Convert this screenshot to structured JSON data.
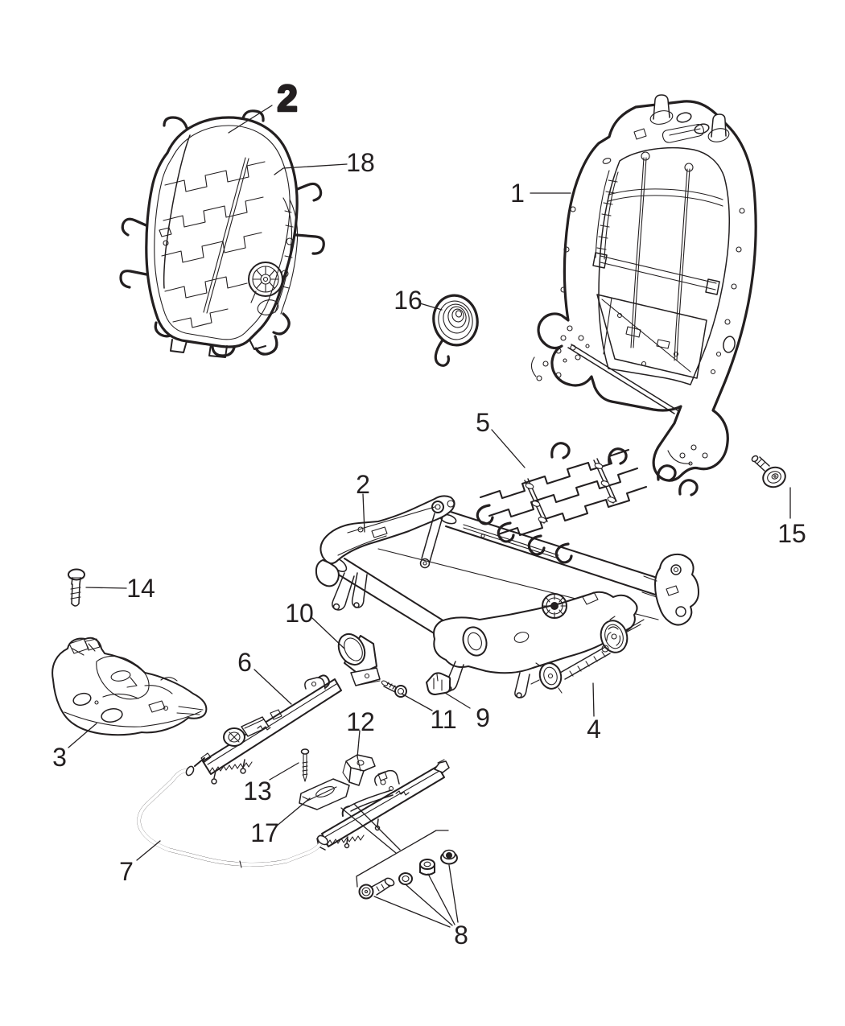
{
  "diagram": {
    "figure_type": "exploded-parts-line-drawing",
    "subject": "front-seat-adjusters-recliners-and-shields",
    "background_color": "#ffffff",
    "line_color": "#231f20",
    "callouts": [
      {
        "id": "2-seat-back-panel",
        "label": "2",
        "part": "seat-back-panel",
        "style": "bold"
      },
      {
        "id": "18",
        "label": "18",
        "part": "seat-back-panel-frame"
      },
      {
        "id": "1",
        "label": "1",
        "part": "seat-back-frame"
      },
      {
        "id": "16",
        "label": "16",
        "part": "recliner-spiral-spring"
      },
      {
        "id": "5",
        "label": "5",
        "part": "cushion-spring-mat"
      },
      {
        "id": "2-adjuster",
        "label": "2",
        "part": "seat-adjuster-assembly"
      },
      {
        "id": "15",
        "label": "15",
        "part": "round-head-screw"
      },
      {
        "id": "14",
        "label": "14",
        "part": "hex-bolt"
      },
      {
        "id": "3",
        "label": "3",
        "part": "outboard-seat-shield"
      },
      {
        "id": "10",
        "label": "10",
        "part": "motor-cover-bracket"
      },
      {
        "id": "6",
        "label": "6",
        "part": "seat-track-inboard"
      },
      {
        "id": "12",
        "label": "12",
        "part": "track-bracket"
      },
      {
        "id": "11",
        "label": "11",
        "part": "hex-flange-bolt"
      },
      {
        "id": "9",
        "label": "9",
        "part": "wire-clip"
      },
      {
        "id": "13",
        "label": "13",
        "part": "stud-pin"
      },
      {
        "id": "17",
        "label": "17",
        "part": "anchor-plate"
      },
      {
        "id": "4",
        "label": "4",
        "part": "recliner-link"
      },
      {
        "id": "7",
        "label": "7",
        "part": "towel-bar-tube"
      },
      {
        "id": "8",
        "label": "8",
        "part": "track-fastener-set"
      }
    ]
  }
}
